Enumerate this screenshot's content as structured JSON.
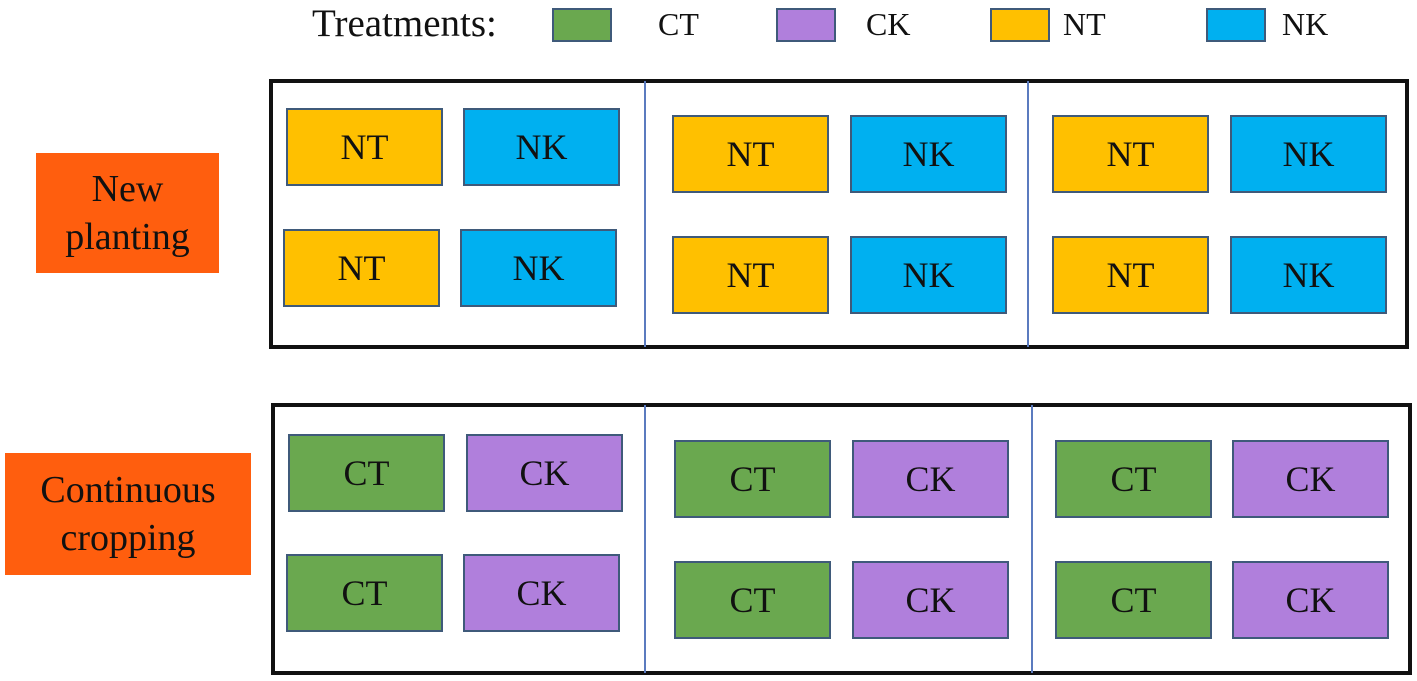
{
  "legend": {
    "title": "Treatments:",
    "items": [
      {
        "label": "CT",
        "color": "#6aa84f"
      },
      {
        "label": "CK",
        "color": "#b07fdc"
      },
      {
        "label": "NT",
        "color": "#ffc000"
      },
      {
        "label": "NK",
        "color": "#00b0f0"
      }
    ]
  },
  "groups": [
    {
      "line1": "New",
      "line2": "planting",
      "color": "#ff5e0e",
      "plots": [
        [
          "NT",
          "NK",
          "NT",
          "NK"
        ],
        [
          "NT",
          "NK",
          "NT",
          "NK"
        ],
        [
          "NT",
          "NK",
          "NT",
          "NK"
        ]
      ]
    },
    {
      "line1": "Continuous",
      "line2": "cropping",
      "color": "#ff5e0e",
      "plots": [
        [
          "CT",
          "CK",
          "CT",
          "CK"
        ],
        [
          "CT",
          "CK",
          "CT",
          "CK"
        ],
        [
          "CT",
          "CK",
          "CT",
          "CK"
        ]
      ]
    }
  ]
}
